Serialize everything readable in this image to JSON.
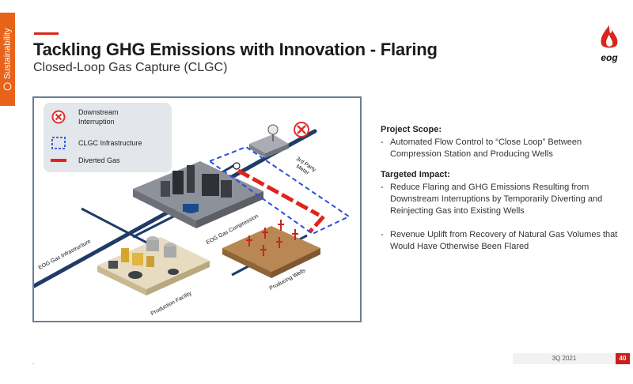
{
  "side_tab": {
    "label": "Sustainability"
  },
  "header": {
    "title": "Tackling GHG Emissions with Innovation - Flaring",
    "subtitle": "Closed-Loop Gas Capture (CLGC)"
  },
  "logo": {
    "text": "eog"
  },
  "diagram": {
    "legend": [
      {
        "icon": "x-circle-icon",
        "label": "Downstream Interruption"
      },
      {
        "icon": "dashed-box-icon",
        "label": "CLGC Infrastructure"
      },
      {
        "icon": "red-arrow-icon",
        "label": "Diverted Gas"
      }
    ],
    "labels": {
      "third_party_meter": "3rd Party Meter",
      "eog_gas_compression": "EOG Gas Compression",
      "eog_gas_infrastructure": "EOG Gas Infrastructure",
      "production_facility": "Production Facility",
      "producing_wells": "Producing Wells"
    },
    "colors": {
      "pipe": "#1f3b66",
      "interruption": "#e0312a",
      "clgc_dash": "#2b4fd8",
      "diverted": "#e0241b"
    }
  },
  "content": {
    "project_scope": {
      "heading": "Project Scope:",
      "bullets": [
        "Automated Flow Control to “Close Loop” Between Compression Station and Producing Wells"
      ]
    },
    "targeted_impact": {
      "heading": "Targeted Impact:",
      "bullets": [
        "Reduce Flaring and GHG Emissions Resulting from Downstream Interruptions by Temporarily Diverting and Reinjecting Gas into Existing Wells",
        "Revenue Uplift from Recovery of Natural Gas Volumes that Would Have Otherwise Been Flared"
      ]
    }
  },
  "footer": {
    "period": "3Q 2021",
    "page_number": "40"
  }
}
